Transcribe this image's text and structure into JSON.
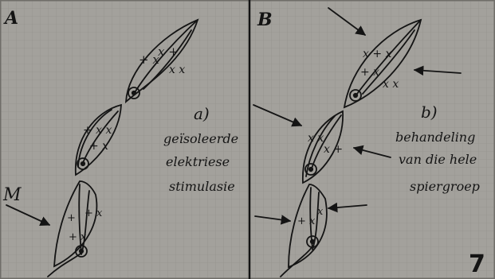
{
  "panels": [
    {
      "letter": "A",
      "caption": {
        "tag": "a)",
        "lines": [
          "geïsoleerde",
          "elektriese",
          "stimulasie"
        ]
      }
    },
    {
      "letter": "B",
      "caption": {
        "tag": "b)",
        "lines": [
          "behandeling",
          "van die hele",
          "spiergroep"
        ]
      }
    }
  ],
  "figure_number": "7",
  "stimulus_mark": "M",
  "colors": {
    "paper": "#a3a19c",
    "grid": "#8d8b86",
    "ink": "#141414"
  }
}
